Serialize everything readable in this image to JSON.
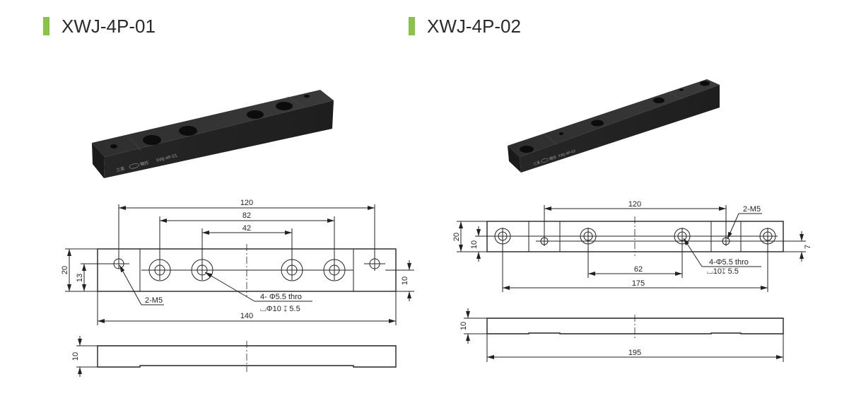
{
  "products": [
    {
      "title": "XWJ-4P-01",
      "engraving": {
        "brand": "三英",
        "brand2": "精控",
        "model": "XWJ-4P-01"
      },
      "dims": {
        "d120": "120",
        "d82": "82",
        "d42": "42",
        "d20": "20",
        "d13": "13",
        "d10r": "10",
        "d140": "140",
        "d10s": "10"
      },
      "notes": {
        "m5": "2-M5",
        "hole1": "4-  Φ5.5 thro",
        "hole2": "⌴Φ10 ↧ 5.5"
      }
    },
    {
      "title": "XWJ-4P-02",
      "engraving": {
        "brand": "三英",
        "brand2": "精控",
        "model": "XWJ-4P-02"
      },
      "dims": {
        "d120": "120",
        "d20": "20",
        "d10": "10",
        "d7": "7",
        "d62": "62",
        "d175": "175",
        "d10s": "10",
        "d195": "195"
      },
      "notes": {
        "m5": "2-M5",
        "hole1": "4-Φ5.5 thro",
        "hole2": "⌴10↧ 5.5"
      }
    }
  ],
  "colors": {
    "accent": "#8bc34a",
    "product": "#2b2b2b"
  }
}
